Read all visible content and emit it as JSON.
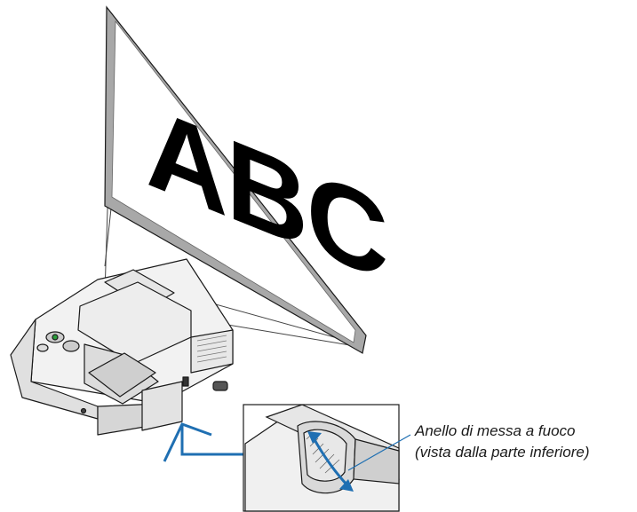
{
  "screen": {
    "projected_text": "ABC"
  },
  "focus_ring_callout": {
    "line1": "Anello di messa a fuoco",
    "line2": "(vista dalla parte inferiore)"
  },
  "colors": {
    "screen_frame": "#a8a8a8",
    "screen_face": "#ffffff",
    "outline": "#1a1a1a",
    "arrow": "#1f6fb2",
    "projector_body": "#f2f2f2",
    "projector_shade": "#d6d6d6"
  },
  "icons": {
    "screen": "projection-screen",
    "projector": "projector",
    "arrow": "up-arrow",
    "inset": "focus-ring-inset"
  }
}
